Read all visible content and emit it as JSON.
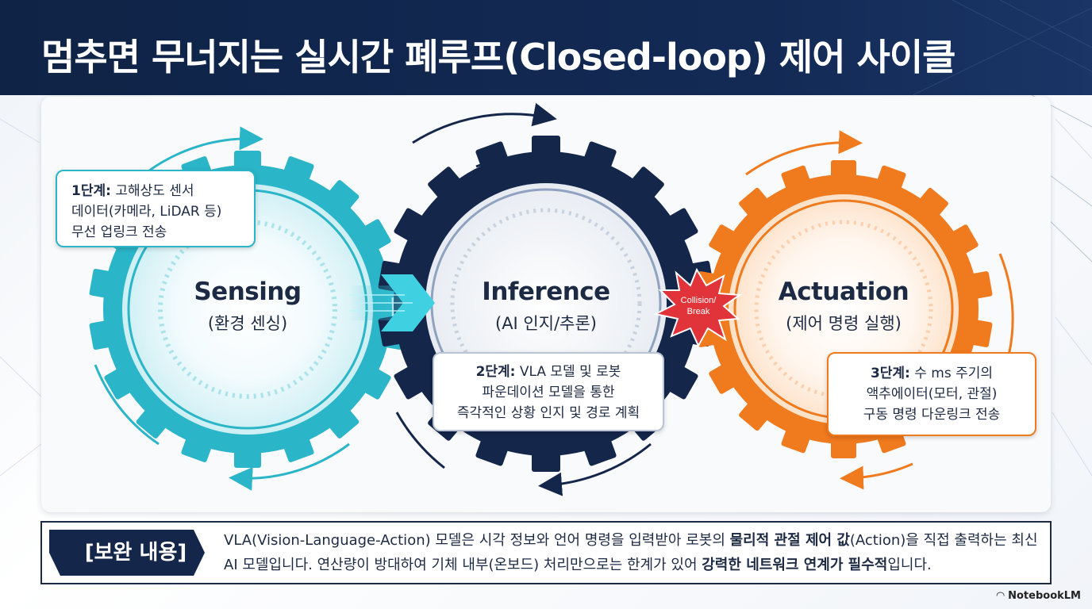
{
  "title": "멈추면 무너지는 실시간 폐루프(Closed-loop) 제어 사이클",
  "colors": {
    "header": "#132a55",
    "sensing": "#2bb5c8",
    "inference": "#14264a",
    "actuation": "#f07a1e",
    "collision": "#e0343a"
  },
  "gears": [
    {
      "title": "Sensing",
      "subtitle": "(환경 센싱)"
    },
    {
      "title": "Inference",
      "subtitle": "(AI 인지/추론)"
    },
    {
      "title": "Actuation",
      "subtitle": "(제어 명령 실행)"
    }
  ],
  "callouts": [
    {
      "stage": "1단계:",
      "line1": "고해상도 센서",
      "line2": "데이터(카메라, LiDAR 등)",
      "line3": "무선 업링크 전송"
    },
    {
      "stage": "2단계:",
      "line1": "VLA 모델 및 로봇",
      "line2": "파운데이션 모델을 통한",
      "line3": "즉각적인 상황 인지 및 경로 계획"
    },
    {
      "stage": "3단계:",
      "line1": "수 ms 주기의",
      "line2": "액추에이터(모터, 관절)",
      "line3": "구동 명령 다운링크 전송"
    }
  ],
  "collision": {
    "line1": "Collision/",
    "line2": "Break"
  },
  "bottom": {
    "label": "[보완 내용]",
    "seg1": "VLA(Vision-Language-Action) 모델은 시각 정보와 언어 명령을 입력받아 로봇의 ",
    "seg2": "물리적 관절 제어 값",
    "seg3": "(Action)을 직접 출력하는 최신 AI 모델입니다. 연산량이 방대하여 기체 내부(온보드) 처리만으로는 한계가 있어 ",
    "seg4": "강력한 네트워크 연계가 필수적",
    "seg5": "입니다."
  },
  "brand": "NotebookLM"
}
